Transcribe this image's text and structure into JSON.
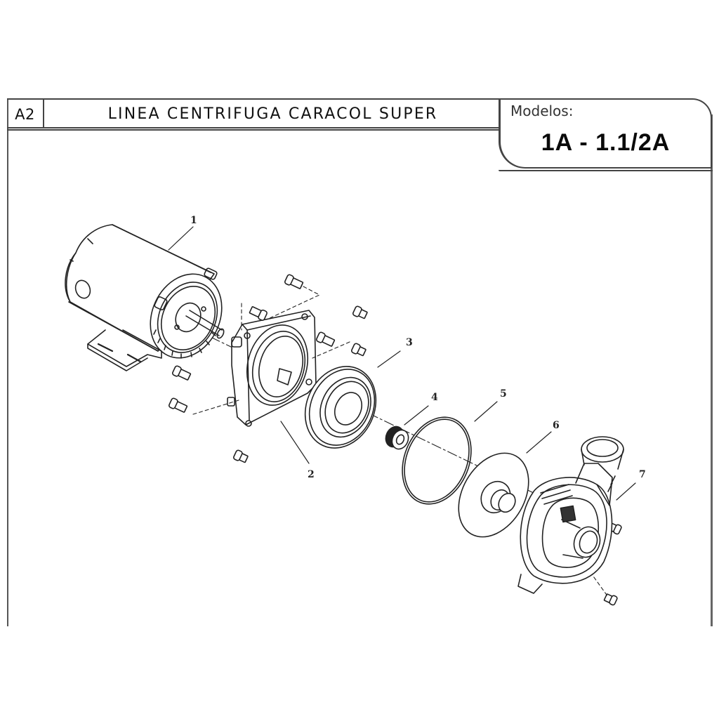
{
  "header": {
    "sheet_code": "A2",
    "title": "LINEA CENTRIFUGA CARACOL SUPER",
    "models_label": "Modelos:",
    "models_value": "1A - 1.1/2A"
  },
  "diagram": {
    "type": "exploded-parts-view",
    "callouts": [
      {
        "number": "1",
        "part": "motor"
      },
      {
        "number": "2",
        "part": "motor-adapter-bracket"
      },
      {
        "number": "3",
        "part": "seal-plate"
      },
      {
        "number": "4",
        "part": "mechanical-seal"
      },
      {
        "number": "5",
        "part": "o-ring"
      },
      {
        "number": "6",
        "part": "impeller"
      },
      {
        "number": "7",
        "part": "pump-casing-volute"
      }
    ],
    "colors": {
      "line": "#222222",
      "background": "#ffffff",
      "frame": "#444444"
    }
  }
}
